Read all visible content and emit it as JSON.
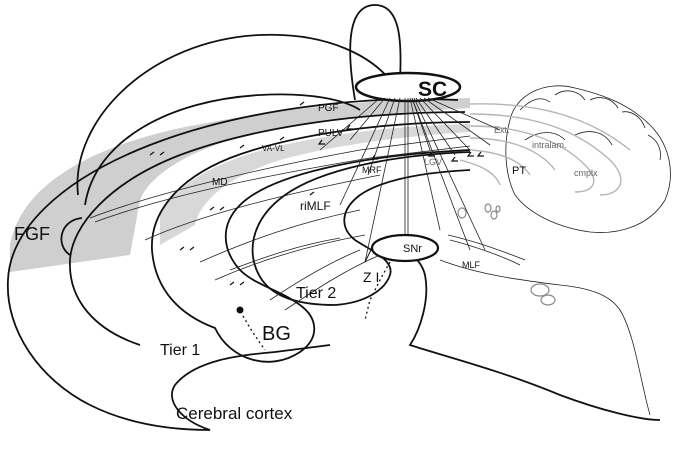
{
  "labels": {
    "sc": "SC",
    "pgf": "PGF",
    "pulv": "PULV",
    "va_vl": "VA-VL",
    "md": "MD",
    "mrf": "MRF",
    "lgv": "LGV",
    "ext": "Ext.",
    "intralam": "intralam.",
    "cmplx": "cmplx",
    "pt": "PT",
    "fgf": "FGF",
    "rimlf": "riMLF",
    "snr": "SNr",
    "mlf": "MLF",
    "zi": "Z I",
    "tier2": "Tier 2",
    "tier1": "Tier 1",
    "bg": "BG",
    "cerebral_cortex": "Cerebral cortex"
  },
  "colors": {
    "line": "#111111",
    "shade": "#c9c9c9",
    "light_outline": "#b5b5b5"
  }
}
